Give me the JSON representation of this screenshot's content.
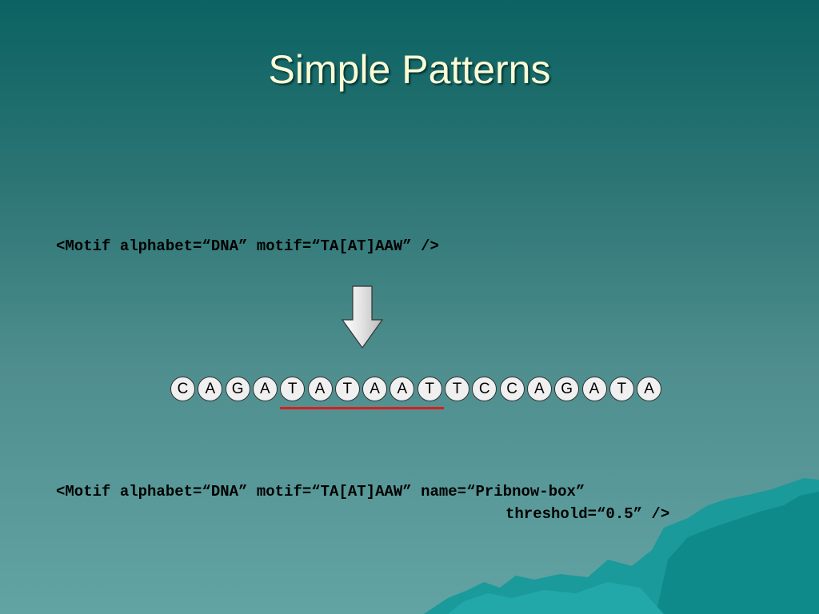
{
  "slide": {
    "title": "Simple Patterns",
    "code_line_1": "<Motif alphabet=“DNA” motif=“TA[AT]AAW” />",
    "code_line_2a": "<Motif alphabet=“DNA” motif=“TA[AT]AAW” name=“Pribnow-box”",
    "code_line_2b": "threshold=“0.5” />",
    "sequence": [
      "C",
      "A",
      "G",
      "A",
      "T",
      "A",
      "T",
      "A",
      "A",
      "T",
      "T",
      "C",
      "C",
      "A",
      "G",
      "A",
      "T",
      "A"
    ],
    "match_start_index": 4,
    "match_length": 6
  },
  "colors": {
    "title": "#fbfbd5",
    "background_top": "#0b6262",
    "background_bottom": "#62a3a3",
    "match_underline": "#e01b1b",
    "base_fill": "#f0f0f0"
  },
  "icons": {
    "arrow": "down-arrow-icon",
    "decoration": "iceberg-decoration"
  }
}
